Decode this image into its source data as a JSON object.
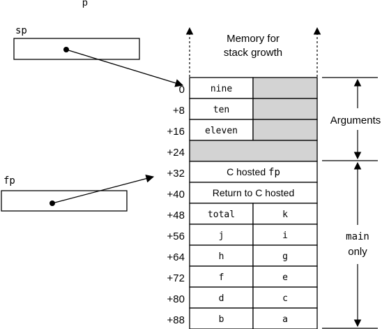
{
  "header_fragment": "p",
  "pointers": {
    "sp": {
      "label": "sp"
    },
    "fp": {
      "label": "fp"
    }
  },
  "memory_note": {
    "line1": "Memory for",
    "line2": "stack growth"
  },
  "offsets": [
    "0",
    "+8",
    "+16",
    "+24",
    "+32",
    "+40",
    "+48",
    "+56",
    "+64",
    "+72",
    "+80",
    "+88"
  ],
  "cells": {
    "arg_nine": "nine",
    "arg_ten": "ten",
    "arg_eleven": "eleven",
    "c_hosted_fp_text": "C hosted ",
    "c_hosted_fp_code": "fp",
    "return_c_hosted": "Return to C hosted",
    "pairs": [
      [
        "total",
        "k"
      ],
      [
        "j",
        "i"
      ],
      [
        "h",
        "g"
      ],
      [
        "f",
        "e"
      ],
      [
        "d",
        "c"
      ],
      [
        "b",
        "a"
      ]
    ]
  },
  "side_labels": {
    "arguments": "Arguments",
    "main": "main",
    "only": "only"
  },
  "colors": {
    "shaded": "#d3d3d3",
    "stroke": "#000000"
  }
}
